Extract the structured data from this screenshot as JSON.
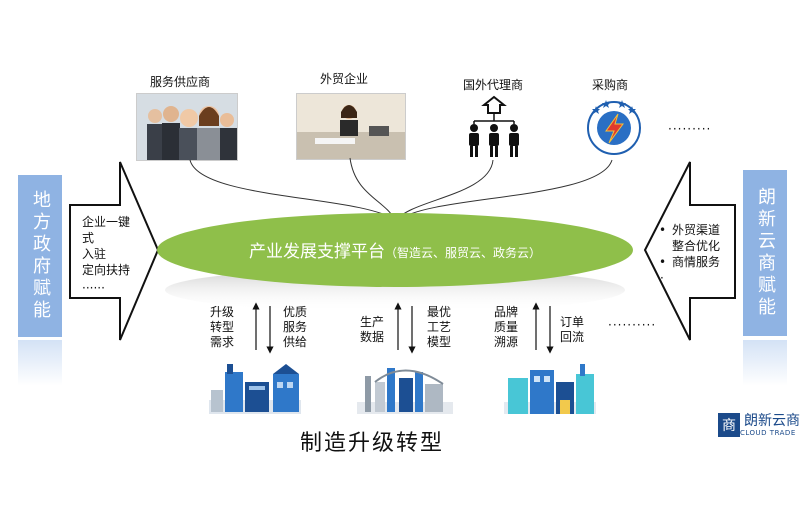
{
  "suppliers": [
    {
      "label": "服务供应商"
    },
    {
      "label": "外贸企业"
    },
    {
      "label": "国外代理商"
    },
    {
      "label": "采购商"
    }
  ],
  "more_suppliers": "·········",
  "left_banner": "地方政府赋能",
  "right_banner": "朗新云商赋能",
  "left_arrow_lines": [
    "企业一键",
    "式",
    "入驻",
    "定向扶持",
    "······"
  ],
  "right_arrow_lines": [
    "外贸渠道",
    "整合优化",
    "商情服务",
    "·"
  ],
  "right_bullets": [
    "•",
    "•"
  ],
  "platform": {
    "title": "产业发展支撑平台",
    "open": "（",
    "sub": "智造云、服贸云、政务云",
    "close": "）"
  },
  "flows": [
    {
      "up": [
        "升级",
        "转型",
        "需求"
      ],
      "down": [
        "优质",
        "服务",
        "供给"
      ]
    },
    {
      "up": [
        "生产",
        "数据"
      ],
      "down": [
        "最优",
        "工艺",
        "模型"
      ]
    },
    {
      "up": [
        "品牌",
        "质量",
        "溯源"
      ],
      "down": [
        "订单",
        "回流"
      ]
    }
  ],
  "more_flows": "··········",
  "bottom_title": "制造升级转型",
  "logo": {
    "glyph": "商",
    "name": "朗新云商",
    "sub": "CLOUD TRADE"
  },
  "colors": {
    "platform": "#8fbf4a",
    "banner": "#8fb3e3",
    "factory_blue": "#2f78c9",
    "factory_cyan": "#48c6d6"
  }
}
